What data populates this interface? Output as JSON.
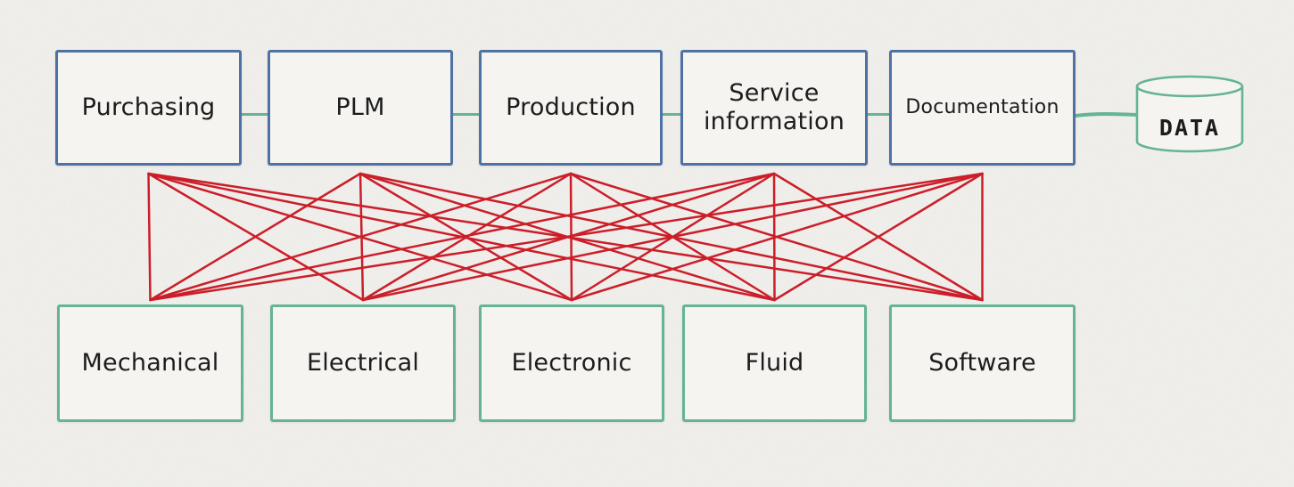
{
  "colors": {
    "background": "#f0efec",
    "box_fill": "#f5f4f1",
    "top_box_border": "#4e72a4",
    "bottom_box_border": "#65b493",
    "chain_connector": "#65b493",
    "cross_link": "#cb1e29",
    "label_text": "#1c1c1c"
  },
  "top_row": [
    {
      "label": "Purchasing"
    },
    {
      "label": "PLM"
    },
    {
      "label": "Production"
    },
    {
      "label": "Service information"
    },
    {
      "label": "Documentation"
    }
  ],
  "bottom_row": [
    {
      "label": "Mechanical"
    },
    {
      "label": "Electrical"
    },
    {
      "label": "Electronic"
    },
    {
      "label": "Fluid"
    },
    {
      "label": "Software"
    }
  ],
  "database": {
    "label": "DATA"
  },
  "connections": {
    "green_chain": [
      "Purchasing - PLM",
      "PLM - Production",
      "Production - Service information",
      "Service information - Documentation",
      "Documentation - DATA"
    ],
    "red_cross_links": "complete bipartite: every top-row box connects to every bottom-row box (5 x 5 = 25 red lines)"
  }
}
